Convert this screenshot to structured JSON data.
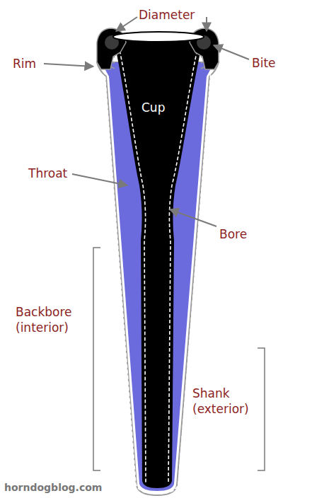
{
  "diagram": {
    "labels": [
      "Diameter",
      "Rim",
      "Bite",
      "Cup",
      "Throat",
      "Bore",
      "Backbore (interior)",
      "Shank (exterior)",
      "horndogblog.com"
    ]
  }
}
